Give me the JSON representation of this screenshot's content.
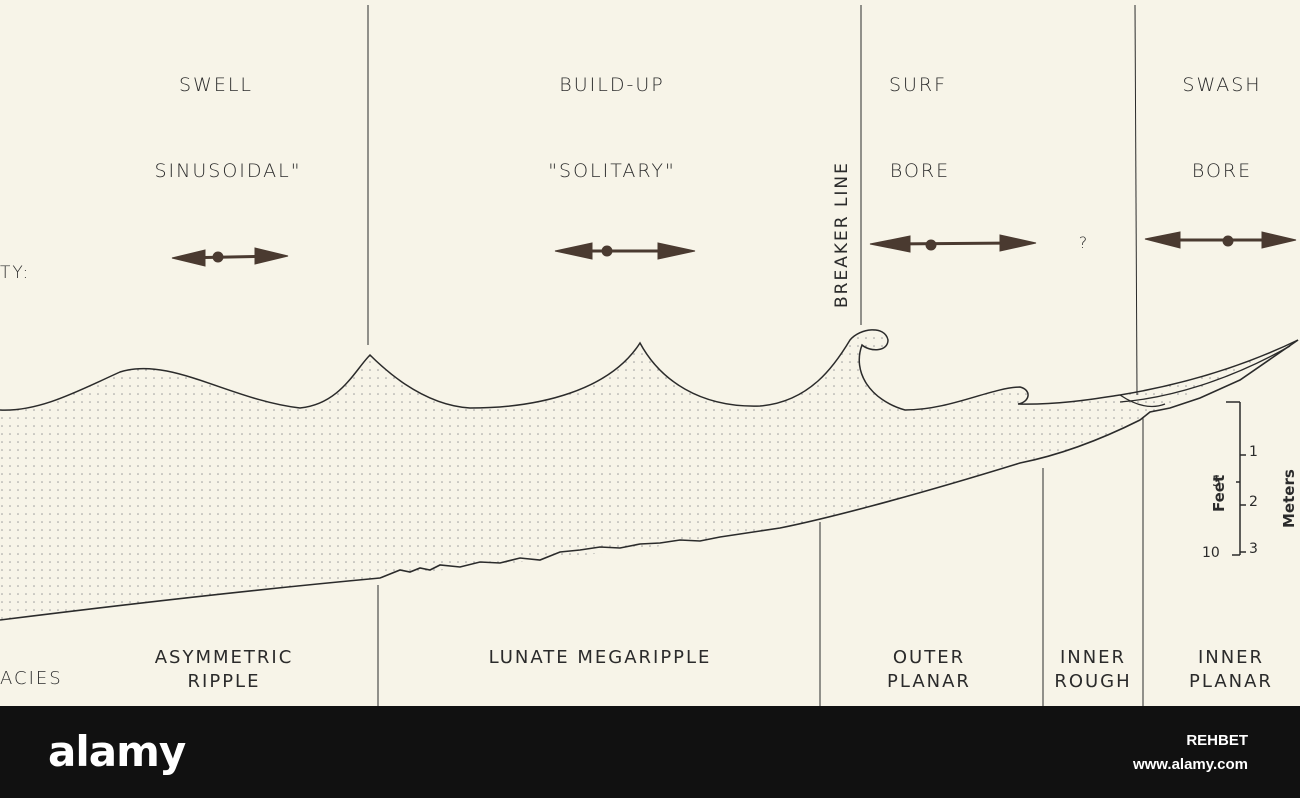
{
  "zones": {
    "swell": {
      "name": "SWELL",
      "wave_type": "SINUSOIDAL\""
    },
    "buildup": {
      "name": "BUILD-UP",
      "wave_type": "\"SOLITARY\""
    },
    "surf": {
      "name": "SURF",
      "wave_type": "BORE"
    },
    "swash": {
      "name": "SWASH",
      "wave_type": "BORE"
    },
    "unknown_symbol": "?"
  },
  "left_labels": {
    "velocity_fragment": "TY:",
    "facies_fragment": "ACIES"
  },
  "breaker_line": "BREAKER LINE",
  "facies": {
    "asymmetric_ripple": [
      "ASYMMETRIC",
      "RIPPLE"
    ],
    "lunate_megaripple": [
      "LUNATE MEGARIPPLE"
    ],
    "outer_planar": [
      "OUTER",
      "PLANAR"
    ],
    "inner_rough": [
      "INNER",
      "ROUGH"
    ],
    "inner_planar": [
      "INNER",
      "PLANAR"
    ]
  },
  "scale": {
    "feet_title": "Feet",
    "meters_title": "Meters",
    "feet_ticks": [
      "5",
      "10"
    ],
    "meter_ticks": [
      "1",
      "2",
      "3"
    ]
  },
  "watermark": {
    "logo": "alamy",
    "stock_id": "REHBET",
    "site": "www.alamy.com"
  },
  "colors": {
    "background": "#f7f4e8",
    "ink": "#2b2b2b",
    "arrow": "#4a3a30",
    "footer": "#111111"
  }
}
